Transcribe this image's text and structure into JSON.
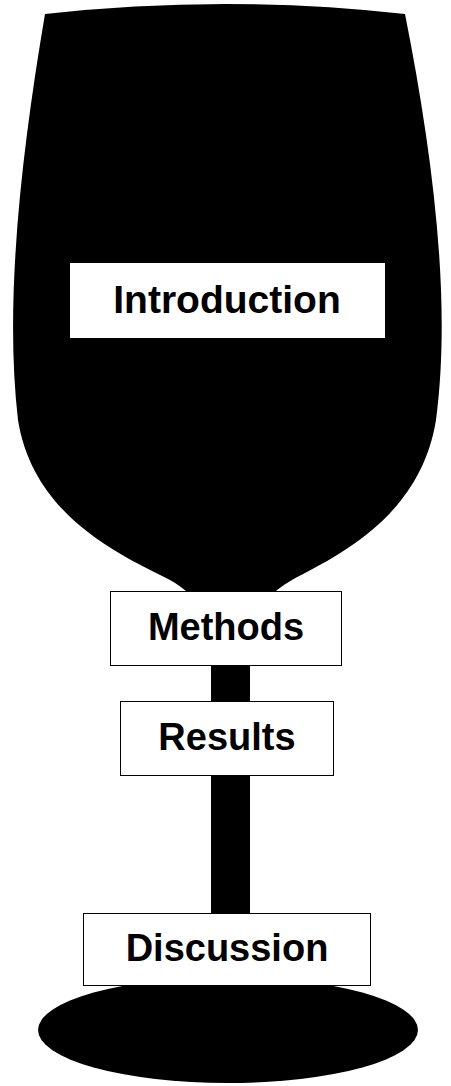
{
  "diagram": {
    "nodes": [
      {
        "text": [
          "Introduction"
        ]
      },
      {
        "text": [
          "Methods"
        ]
      },
      {
        "text": [
          "Results"
        ]
      },
      {
        "text": [
          "Discussion"
        ]
      }
    ]
  }
}
